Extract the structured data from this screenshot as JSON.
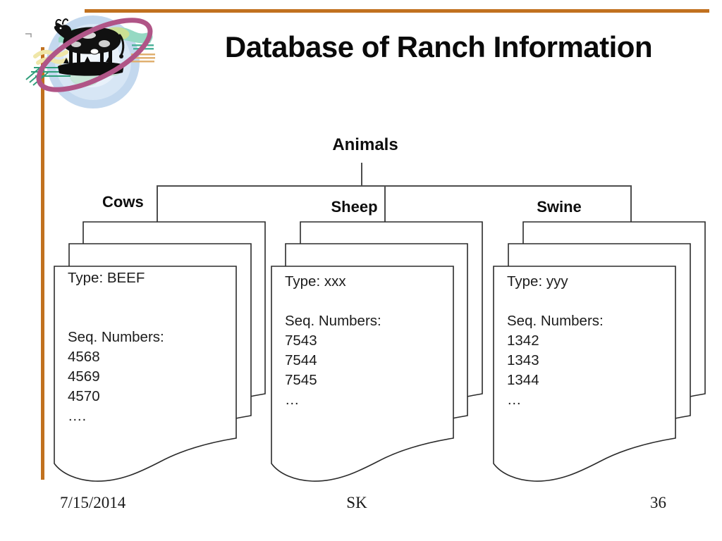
{
  "slide": {
    "title": "Database of Ranch Information",
    "footer": {
      "date": "7/15/2014",
      "author": "SK",
      "page_number": "36"
    }
  },
  "tree": {
    "root_label": "Animals",
    "branches": [
      {
        "label": "Cows",
        "card": {
          "lines": [
            "Type: BEEF",
            "",
            "",
            "Seq. Numbers:",
            "4568",
            "4569",
            "4570",
            "…."
          ]
        }
      },
      {
        "label": "Sheep",
        "card": {
          "lines": [
            "Type: xxx",
            "",
            "Seq. Numbers:",
            "7543",
            "7544",
            "7545",
            "…"
          ]
        }
      },
      {
        "label": "Swine",
        "card": {
          "lines": [
            "Type: yyy",
            "",
            "Seq. Numbers:",
            "1342",
            "1343",
            "1344",
            "…"
          ]
        }
      }
    ]
  },
  "logo": {
    "description": "cow standing on grass in front of globe with pink orbit ring"
  },
  "colors": {
    "accent_orange": "#c1711f",
    "swirl_pink": "#b05587",
    "globe_blue": "#c3d8ee",
    "teal_band": "#96d9c3",
    "line_gray": "#4d4d4d",
    "card_border": "#2b2b2b"
  }
}
